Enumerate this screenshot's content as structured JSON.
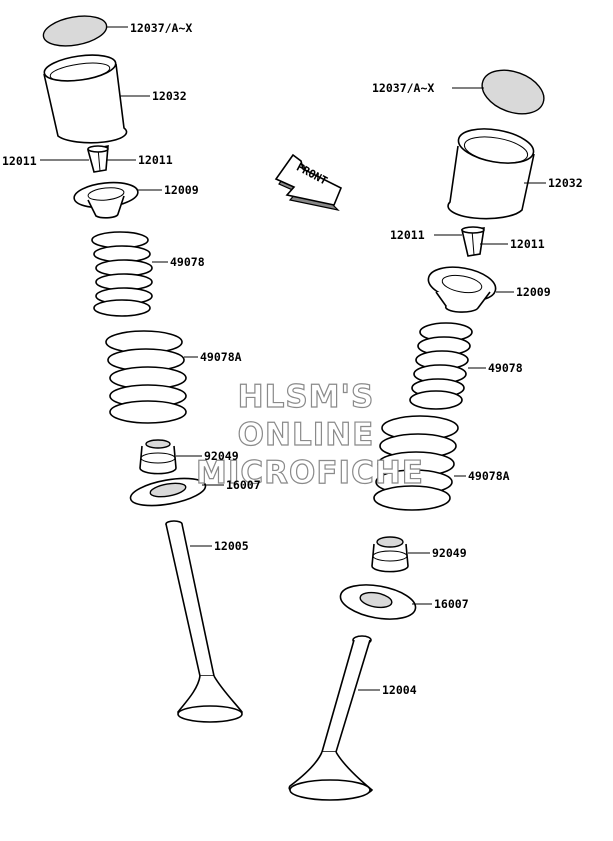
{
  "watermark": {
    "line1": "HLSM'S",
    "line2": "ONLINE",
    "line3": "MICROFICHE"
  },
  "direction_arrow": {
    "label": "FRONT",
    "icon": "front-arrow-icon"
  },
  "callouts": {
    "left": {
      "shim": "12037/A~X",
      "tappet": "12032",
      "keeper_left": "12011",
      "keeper_right": "12011",
      "retainer": "12009",
      "inner_spring": "49078",
      "outer_spring": "49078A",
      "stem_seal": "92049",
      "spring_seat": "16007",
      "valve": "12005"
    },
    "right": {
      "shim": "12037/A~X",
      "tappet": "12032",
      "keeper_left": "12011",
      "keeper_right": "12011",
      "retainer": "12009",
      "inner_spring": "49078",
      "outer_spring": "49078A",
      "stem_seal": "92049",
      "spring_seat": "16007",
      "valve": "12004"
    }
  }
}
